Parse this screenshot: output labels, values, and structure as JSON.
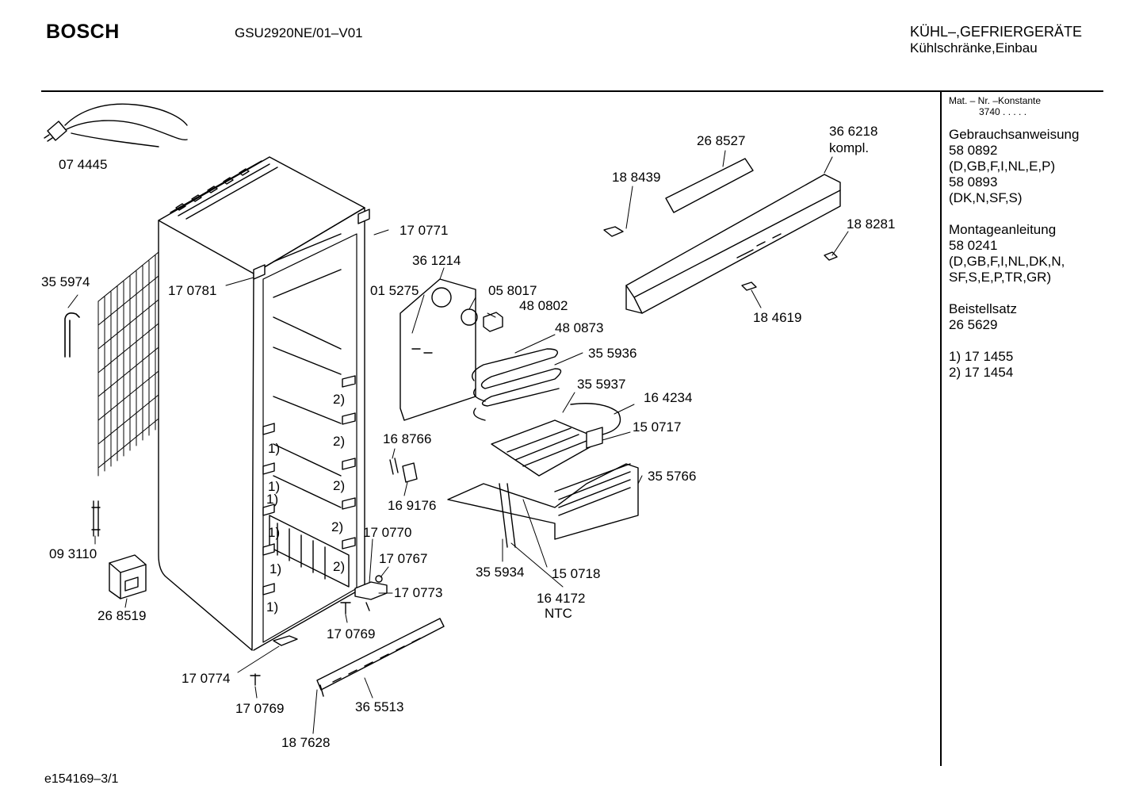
{
  "header": {
    "brand": "BOSCH",
    "model": "GSU2920NE/01–V01",
    "category_line1": "KÜHL–,GEFRIERGERÄTE",
    "category_line2": "Kühlschränke,Einbau"
  },
  "footer": {
    "drawing_id": "e154169–3/1"
  },
  "sidebar": {
    "mat_label": "Mat. – Nr. –Konstante",
    "mat_value": "3740  .  .  .  .  .",
    "lines": [
      "Gebrauchsanweisung",
      "58 0892",
      "(D,GB,F,I,NL,E,P)",
      "58 0893",
      "(DK,N,SF,S)",
      "",
      "Montageanleitung",
      "58 0241",
      "(D,GB,F,I,NL,DK,N,",
      "SF,S,E,P,TR,GR)",
      "",
      "Beistellsatz",
      "26 5629",
      "",
      "1) 17 1455",
      "2) 17 1454"
    ]
  },
  "parts": {
    "p074445": "07 4445",
    "p355974": "35 5974",
    "p170781": "17 0781",
    "p170771": "17 0771",
    "p361214": "36 1214",
    "p015275": "01 5275",
    "p058017": "05 8017",
    "p480802": "48 0802",
    "p480873": "48 0873",
    "p355936": "35 5936",
    "p355937": "35 5937",
    "p164234": "16 4234",
    "p150717": "15  0717",
    "p355766": "35 5766",
    "p168766": "16 8766",
    "p169176": "16 9176",
    "p170770": "17 0770",
    "p170767": "17 0767",
    "p170773": "17 0773",
    "p170769a": "17 0769",
    "p355934": "35 5934",
    "p150718": "15  0718",
    "p164172": "16 4172",
    "ntc": "NTC",
    "p093110": "09 3110",
    "p268519": "26 8519",
    "p170774": "17 0774",
    "p170769b": "17 0769",
    "p365513": "36 5513",
    "p187628": "18 7628",
    "p268527": "26 8527",
    "p366218": "36 6218",
    "kompl": "kompl.",
    "p188439": "18 8439",
    "p188281": "18 8281",
    "p184619": "18 4619"
  },
  "notes": {
    "n1": "1)",
    "n2": "2)"
  }
}
